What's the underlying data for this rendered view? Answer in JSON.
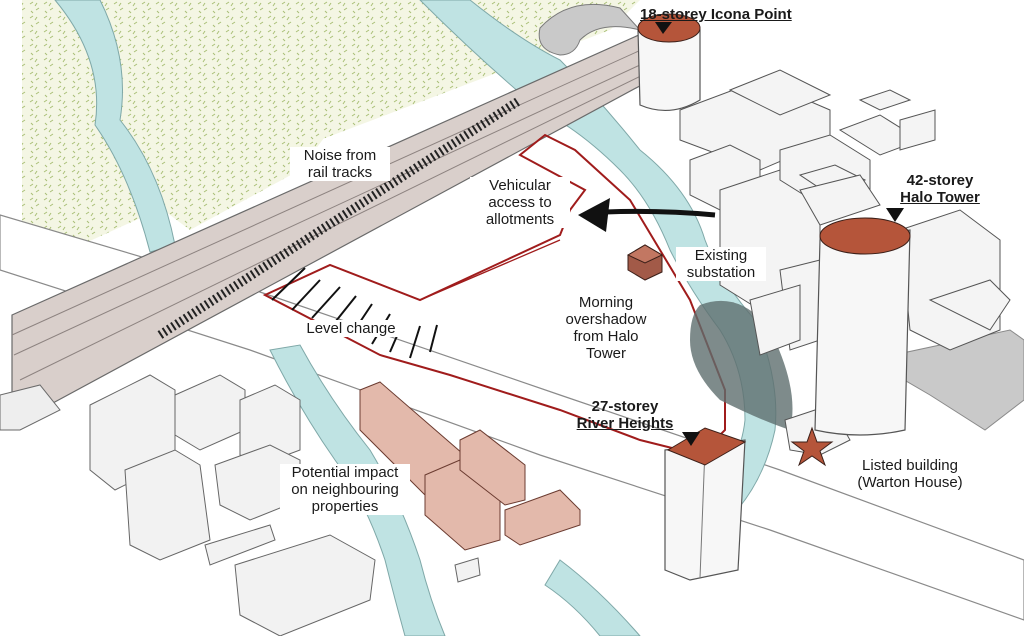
{
  "labels": {
    "icona_point": "18-storey Icona Point",
    "halo_tower_1": "42-storey",
    "halo_tower_2": "Halo Tower",
    "river_heights_1": "27-storey",
    "river_heights_2": "River Heights",
    "noise_1": "Noise from",
    "noise_2": "rail tracks",
    "vehicular_1": "Vehicular",
    "vehicular_2": "access to",
    "vehicular_3": "allotments",
    "substation_1": "Existing",
    "substation_2": "substation",
    "morning_1": "Morning",
    "morning_2": "overshadow",
    "morning_3": "from Halo",
    "morning_4": "Tower",
    "level_change": "Level change",
    "impact_1": "Potential impact",
    "impact_2": "on neighbouring",
    "impact_3": "properties",
    "listed_1": "Listed building",
    "listed_2": "(Warton House)"
  },
  "colors": {
    "river": "#bfe3e3",
    "site_boundary": "#a01c1c",
    "tower_roof": "#b5553a",
    "heritage_block": "#e3b9ab",
    "field_texture": "#eef1d8",
    "rail": "#d9cfcb",
    "shadow": "#5e6e6e",
    "road": "#c9c9c9"
  }
}
